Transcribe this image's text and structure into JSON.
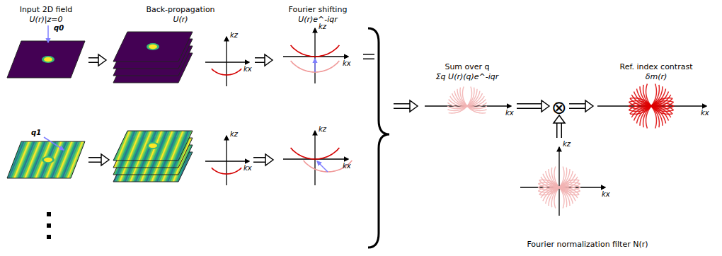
{
  "diagram": {
    "nodes": [
      {
        "text": [
          "Input 2D field",
          "U(r)|z=0"
        ]
      },
      {
        "text": [
          "Back-propagation",
          "U(r)"
        ]
      },
      {
        "text": [
          "Fourier shifting",
          "U(r)e^-iqr"
        ]
      },
      {
        "text": [
          "Sum over q",
          "Σq U(r)(q)e^-iqr"
        ]
      },
      {
        "text": [
          "⊗"
        ]
      },
      {
        "text": [
          "Ref. index contrast",
          "δm(r)"
        ]
      },
      {
        "text": [
          "Fourier normalization filter N(r)"
        ]
      }
    ],
    "edges": [
      {
        "from": 0,
        "to": 1,
        "arrow": "to"
      },
      {
        "from": 1,
        "to": 2,
        "arrow": "to"
      },
      {
        "from": 2,
        "to": 3,
        "arrow": "to"
      },
      {
        "from": 3,
        "to": 4,
        "arrow": "to"
      },
      {
        "from": 6,
        "to": 4,
        "arrow": "to"
      },
      {
        "from": 4,
        "to": 5,
        "arrow": "to"
      }
    ],
    "labels": [
      "q0",
      "q1",
      "kz",
      "kx",
      "kz",
      "kx",
      "kz",
      "kx",
      "kz",
      "kx",
      "kx",
      "kx",
      "kz",
      "kx"
    ]
  }
}
